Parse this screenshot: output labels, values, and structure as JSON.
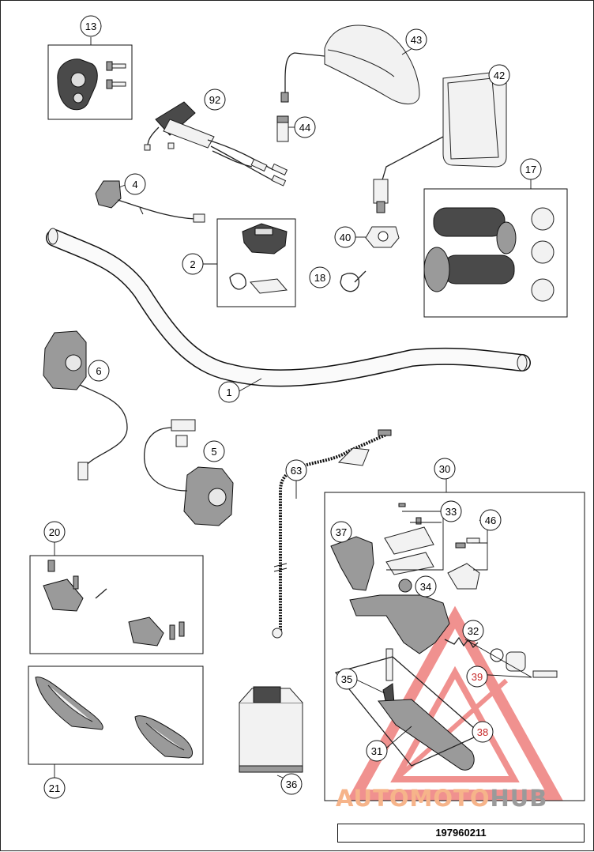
{
  "document_number": "197960211",
  "watermark": {
    "text_a": "AUTOMOTO",
    "text_b": "HUB",
    "color_a": "#f6b48a",
    "color_b": "#9a9a9a",
    "triangle_color": "#e53935"
  },
  "callouts": {
    "c13": "13",
    "c92": "92",
    "c43": "43",
    "c44": "44",
    "c42": "42",
    "c4": "4",
    "c17": "17",
    "c2": "2",
    "c40": "40",
    "c18": "18",
    "c6": "6",
    "c1": "1",
    "c5": "5",
    "c63": "63",
    "c30": "30",
    "c33": "33",
    "c37": "37",
    "c46": "46",
    "c20": "20",
    "c34": "34",
    "c32": "32",
    "c39": "39",
    "c35": "35",
    "c38": "38",
    "c31": "31",
    "c21": "21",
    "c36": "36"
  },
  "highlight_color": "#c62828"
}
